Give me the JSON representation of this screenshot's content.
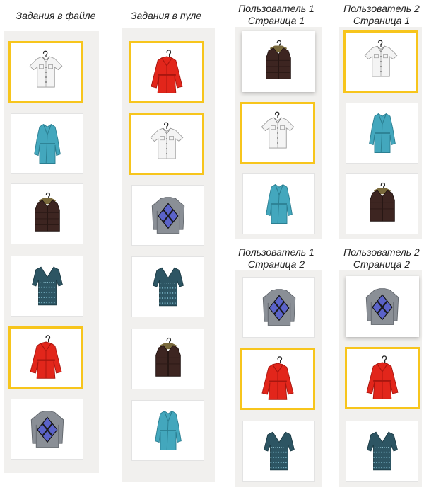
{
  "headers": {
    "file_tasks": "Задания в файле",
    "pool_tasks": "Задания в пуле",
    "user1_page1": [
      "Пользователь 1",
      "Страница 1"
    ],
    "user2_page1": [
      "Пользователь 2",
      "Страница 1"
    ],
    "user1_page2": [
      "Пользователь 1",
      "Страница 2"
    ],
    "user2_page2": [
      "Пользователь 2",
      "Страница 2"
    ]
  },
  "columns": {
    "file_tasks": [
      {
        "item": "white-shirt",
        "selected": true
      },
      {
        "item": "blue-coat",
        "selected": false
      },
      {
        "item": "brown-vest",
        "selected": false
      },
      {
        "item": "teal-dress",
        "selected": false
      },
      {
        "item": "red-coat",
        "selected": true
      },
      {
        "item": "argyle-sweater",
        "selected": false
      }
    ],
    "pool_tasks": [
      {
        "item": "red-coat",
        "selected": true
      },
      {
        "item": "white-shirt",
        "selected": true
      },
      {
        "item": "argyle-sweater",
        "selected": false
      },
      {
        "item": "teal-dress",
        "selected": false
      },
      {
        "item": "brown-vest",
        "selected": false
      },
      {
        "item": "blue-coat",
        "selected": false
      }
    ],
    "user1_page1": [
      {
        "item": "brown-vest",
        "selected": false
      },
      {
        "item": "white-shirt",
        "selected": true
      },
      {
        "item": "blue-coat",
        "selected": false
      }
    ],
    "user2_page1": [
      {
        "item": "white-shirt",
        "selected": true
      },
      {
        "item": "blue-coat",
        "selected": false
      },
      {
        "item": "brown-vest",
        "selected": false
      }
    ],
    "user1_page2": [
      {
        "item": "argyle-sweater",
        "selected": false
      },
      {
        "item": "red-coat",
        "selected": true
      },
      {
        "item": "teal-dress",
        "selected": false
      }
    ],
    "user2_page2": [
      {
        "item": "argyle-sweater",
        "selected": false
      },
      {
        "item": "red-coat",
        "selected": true
      },
      {
        "item": "teal-dress",
        "selected": false
      }
    ]
  },
  "colors": {
    "highlight": "#f7c51c",
    "column_bg": "#f1f0ee",
    "white-shirt": "#f4f4f4",
    "blue-coat": "#43a7bd",
    "brown-vest": "#3d2521",
    "teal-dress": "#2d5563",
    "red-coat": "#e2261b",
    "argyle-sweater": "#8a8f96"
  }
}
